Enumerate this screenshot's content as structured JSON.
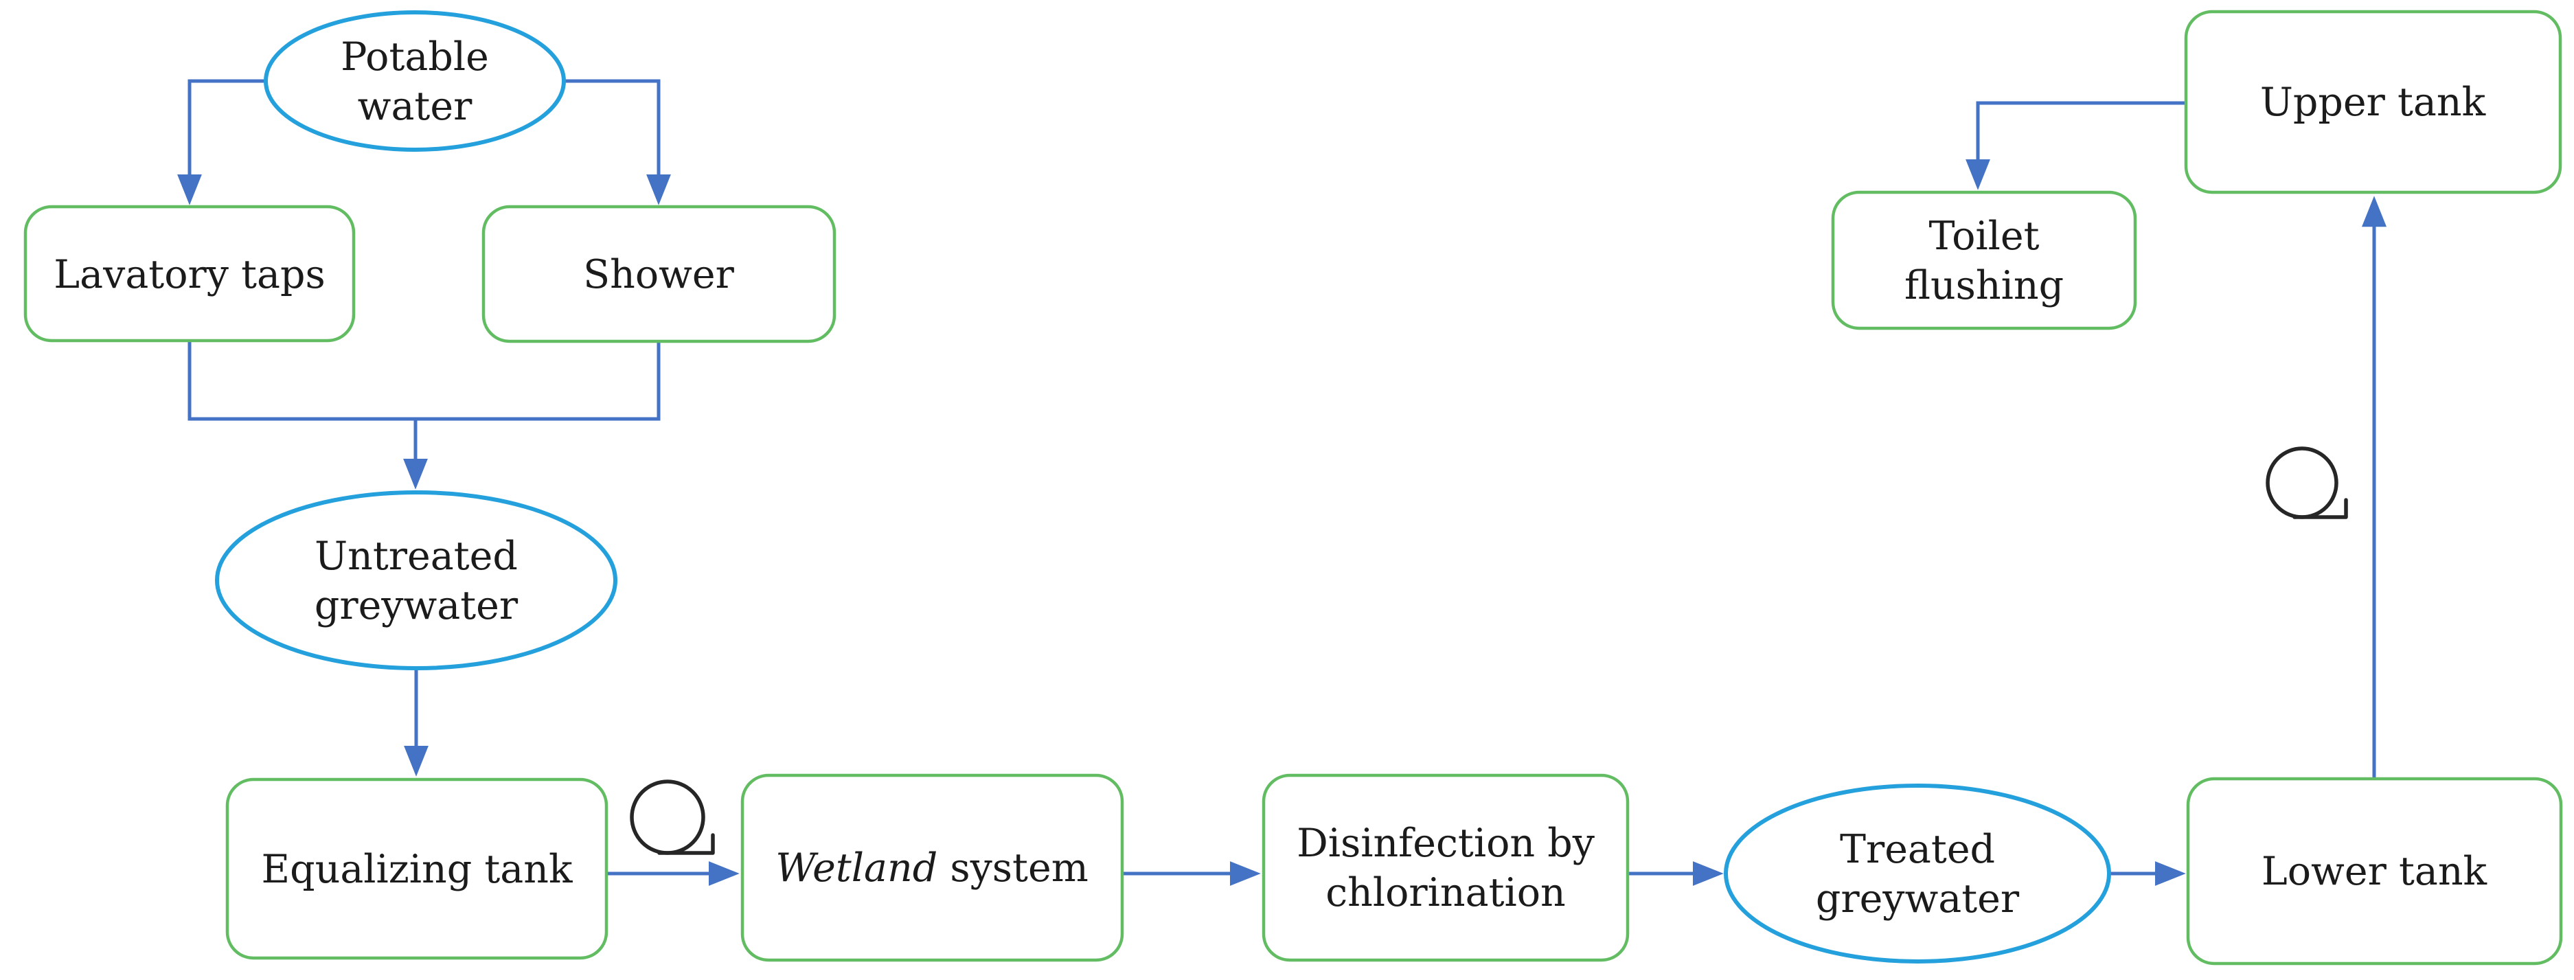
{
  "diagram": {
    "nodes": [
      {
        "id": "potable-water",
        "shape": "ellipse",
        "lines": [
          "Potable",
          "water"
        ]
      },
      {
        "id": "lavatory-taps",
        "shape": "rounded-rect",
        "lines": [
          "Lavatory taps"
        ]
      },
      {
        "id": "shower",
        "shape": "rounded-rect",
        "lines": [
          "Shower"
        ]
      },
      {
        "id": "untreated-greywater",
        "shape": "ellipse",
        "lines": [
          "Untreated",
          "greywater"
        ]
      },
      {
        "id": "equalizing-tank",
        "shape": "rounded-rect",
        "lines": [
          "Equalizing tank"
        ]
      },
      {
        "id": "wetland-system",
        "shape": "rounded-rect",
        "parts": [
          {
            "text": "Wetland",
            "italic": true
          },
          {
            "text": " system",
            "italic": false
          }
        ]
      },
      {
        "id": "disinfection-chlorination",
        "shape": "rounded-rect",
        "lines": [
          "Disinfection by",
          "chlorination"
        ]
      },
      {
        "id": "treated-greywater",
        "shape": "ellipse",
        "lines": [
          "Treated",
          "greywater"
        ]
      },
      {
        "id": "lower-tank",
        "shape": "rounded-rect",
        "lines": [
          "Lower tank"
        ]
      },
      {
        "id": "upper-tank",
        "shape": "rounded-rect",
        "lines": [
          "Upper tank"
        ]
      },
      {
        "id": "toilet-flushing",
        "shape": "rounded-rect",
        "lines": [
          "Toilet",
          "flushing"
        ]
      }
    ],
    "edges": [
      {
        "from": "potable-water",
        "to": "lavatory-taps"
      },
      {
        "from": "potable-water",
        "to": "shower"
      },
      {
        "from": "lavatory-taps",
        "to": "untreated-greywater"
      },
      {
        "from": "shower",
        "to": "untreated-greywater"
      },
      {
        "from": "untreated-greywater",
        "to": "equalizing-tank"
      },
      {
        "from": "equalizing-tank",
        "to": "wetland-system",
        "via": "pump"
      },
      {
        "from": "wetland-system",
        "to": "disinfection-chlorination"
      },
      {
        "from": "disinfection-chlorination",
        "to": "treated-greywater"
      },
      {
        "from": "treated-greywater",
        "to": "lower-tank"
      },
      {
        "from": "lower-tank",
        "to": "upper-tank",
        "via": "pump"
      },
      {
        "from": "upper-tank",
        "to": "toilet-flushing"
      }
    ],
    "icons": [
      {
        "id": "pump-1",
        "name": "pump-icon",
        "meaning": "pump symbol: circle with bottom tail"
      },
      {
        "id": "pump-2",
        "name": "pump-icon",
        "meaning": "pump symbol: circle with bottom tail"
      }
    ],
    "colors": {
      "process_box_border": "#62bd62",
      "water_state_ellipse_border": "#24a0dc",
      "flow_arrow": "#4472c4",
      "pump_symbol": "#262626",
      "text": "#1b1b1b",
      "background": "#ffffff"
    }
  }
}
